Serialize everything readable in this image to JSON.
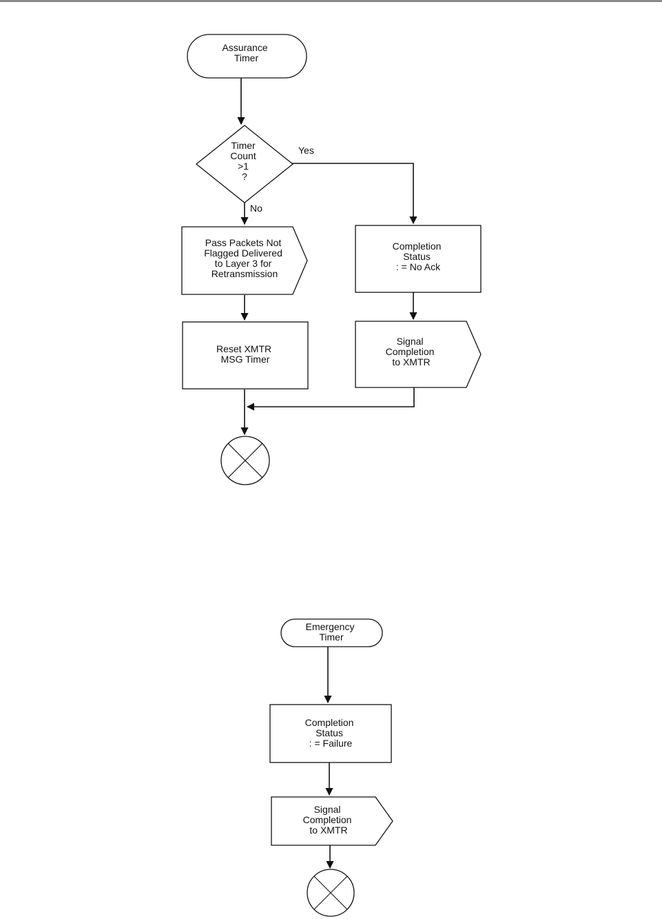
{
  "flowcharts": [
    {
      "id": "assurance",
      "start": {
        "lines": [
          "Assurance",
          "Timer"
        ]
      },
      "decision": {
        "lines": [
          "Timer",
          "Count",
          ">1",
          "?"
        ]
      },
      "branch_yes_label": "Yes",
      "branch_no_label": "No",
      "no_branch": [
        {
          "lines": [
            "Pass Packets Not",
            "Flagged Delivered",
            "to Layer 3 for",
            "Retransmission"
          ]
        },
        {
          "lines": [
            "Reset XMTR",
            "MSG Timer"
          ]
        }
      ],
      "yes_branch": [
        {
          "lines": [
            "Completion",
            "Status",
            ": = No Ack"
          ]
        },
        {
          "lines": [
            "Signal",
            "Completion",
            "to XMTR"
          ]
        }
      ],
      "terminator": "end-connector"
    },
    {
      "id": "emergency",
      "start": {
        "lines": [
          "Emergency",
          "Timer"
        ]
      },
      "steps": [
        {
          "lines": [
            "Completion",
            "Status",
            ": = Failure"
          ]
        },
        {
          "lines": [
            "Signal",
            "Completion",
            "to XMTR"
          ]
        }
      ],
      "terminator": "end-connector"
    }
  ],
  "colors": {
    "stroke": "#111111",
    "fill": "#ffffff"
  }
}
